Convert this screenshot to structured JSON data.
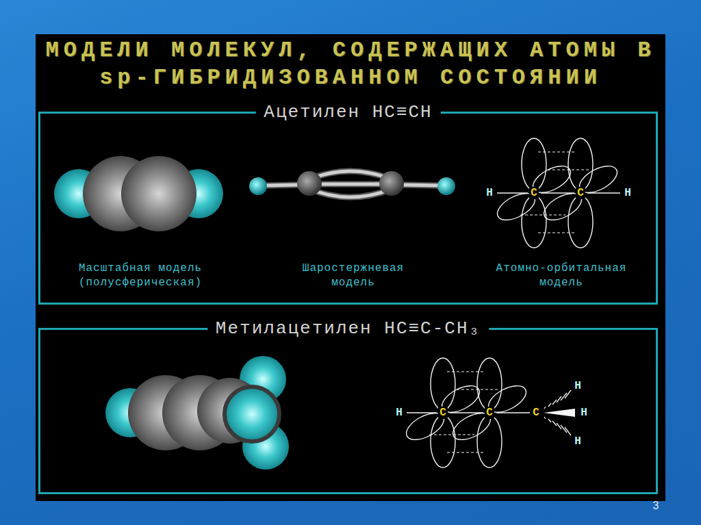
{
  "diagram": {
    "title": "МОДЕЛИ МОЛЕКУЛ, СОДЕРЖАЩИХ АТОМЫ В sp-ГИБРИДИЗОВАННОМ СОСТОЯНИИ",
    "nodes": [
      {
        "text": [
          "Ацетилен HC≡CH"
        ]
      },
      {
        "text": [
          "Метилацетилен HC≡C-CH₃"
        ]
      }
    ],
    "labels": [
      "Масштабная модель (полусферическая)",
      "Шаростержневая модель",
      "Атомно-орбитальная модель",
      "H",
      "C",
      "C",
      "H",
      "H",
      "C",
      "C",
      "C",
      "H",
      "H",
      "H",
      "3"
    ]
  }
}
